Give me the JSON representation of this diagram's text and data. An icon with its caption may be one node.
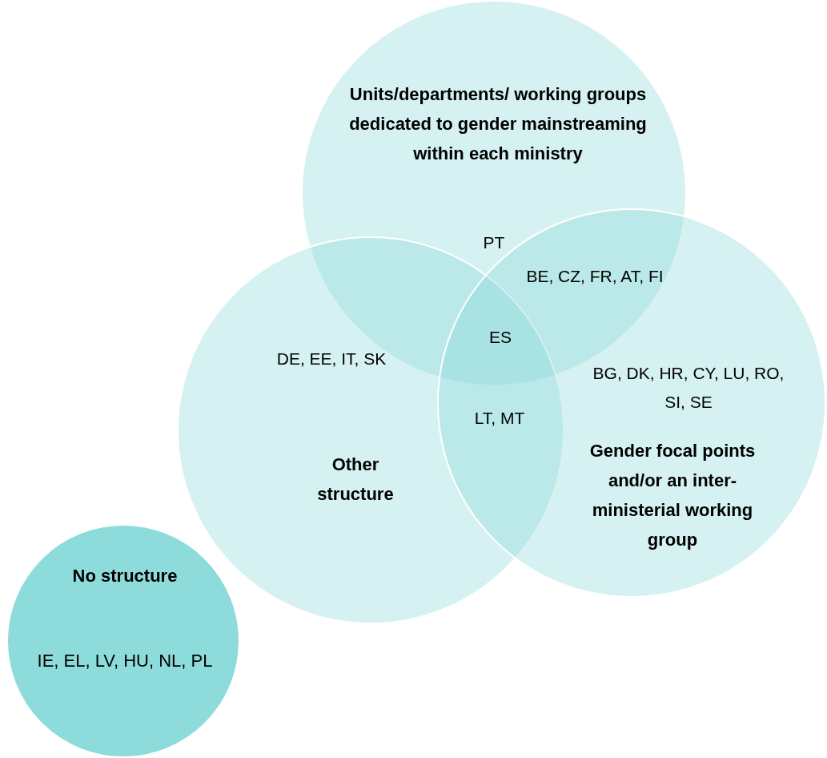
{
  "diagram": {
    "nodes": [
      {
        "text": [
          "Units/departments/ working groups dedicated to gender mainstreaming within each ministry"
        ]
      },
      {
        "text": [
          "Other structure"
        ]
      },
      {
        "text": [
          "Gender focal points and/or an inter- ministerial working group"
        ]
      },
      {
        "text": [
          "No structure",
          "IE, EL, LV, HU, NL, PL"
        ]
      }
    ],
    "labels": [
      "PT",
      "BE, CZ, FR, AT, FI",
      "ES",
      "DE, EE, IT, SK",
      "BG, DK, HR, CY, LU, RO, SI, SE",
      "LT, MT"
    ]
  }
}
